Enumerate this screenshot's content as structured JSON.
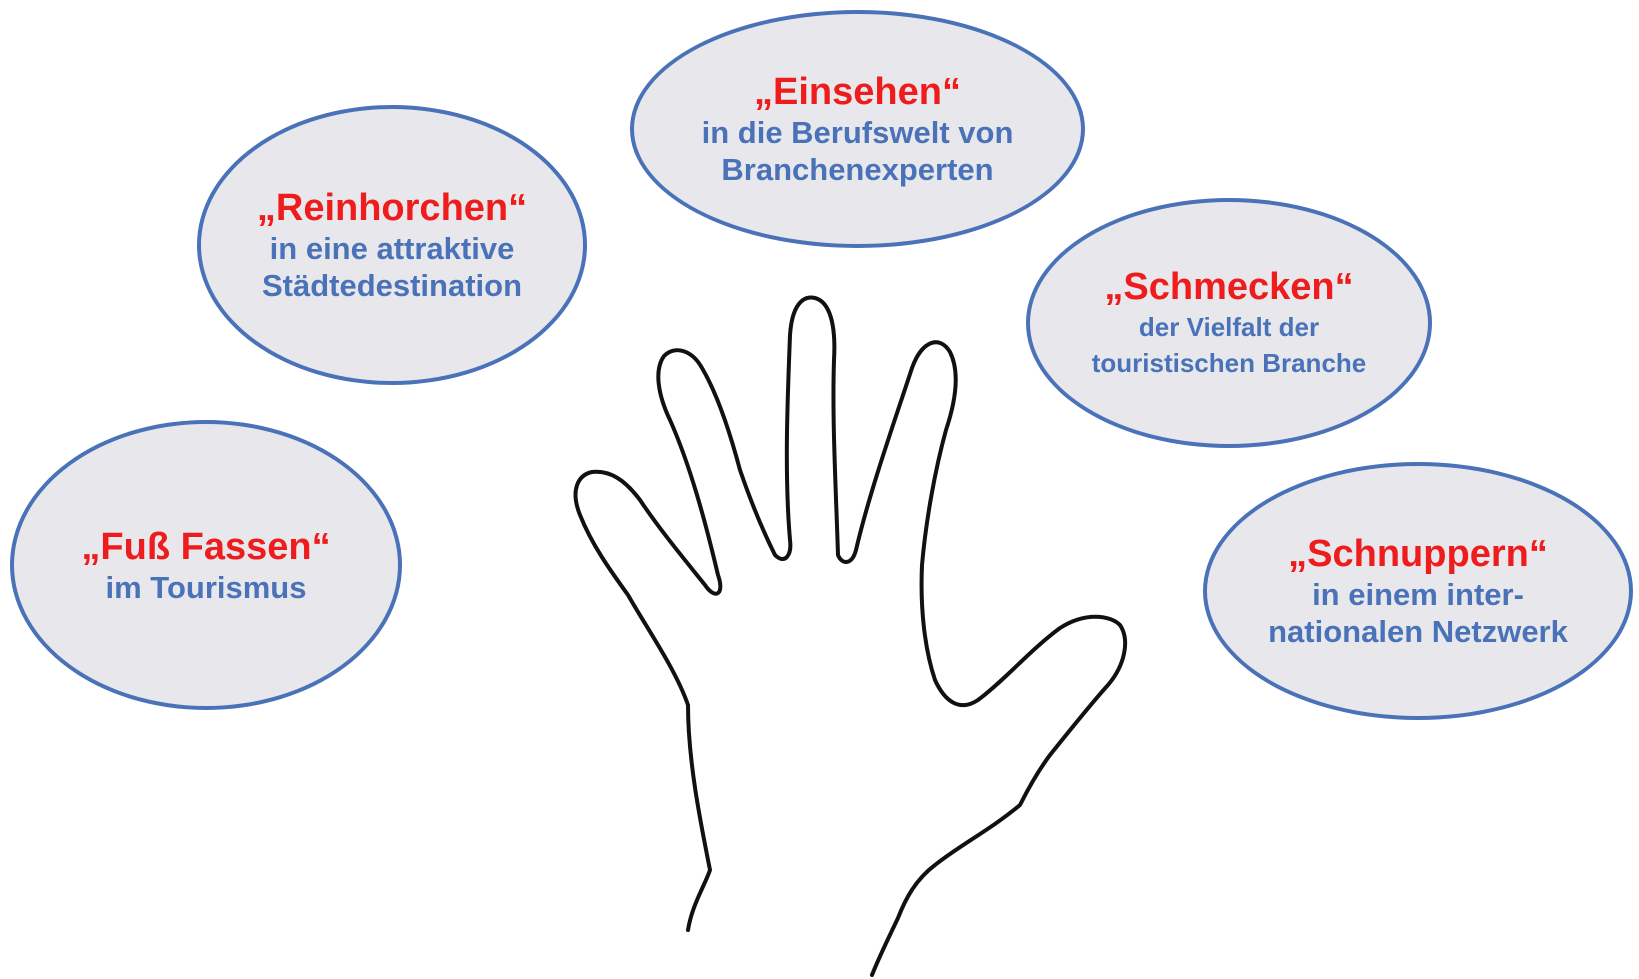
{
  "bubbles": {
    "fuss": {
      "title": "„Fuß Fassen“",
      "lines": [
        "im Tourismus"
      ]
    },
    "rein": {
      "title": "„Reinhorchen“",
      "lines": [
        "in eine attraktive",
        "Städtedestination"
      ]
    },
    "einsehen": {
      "title": "„Einsehen“",
      "lines": [
        "in die Berufswelt von",
        "Branchenexperten"
      ]
    },
    "schmeck": {
      "title": "„Schmecken“",
      "lines": [
        "der Vielfalt der",
        "touristischen Branche"
      ]
    },
    "schnupp": {
      "title": "„Schnuppern“",
      "lines": [
        "in einem inter-",
        "nationalen Netzwerk"
      ]
    }
  },
  "colors": {
    "title": "#ee1c1c",
    "subtitle": "#4a72b8",
    "bubble_fill": "#e8e8ec",
    "bubble_border": "#4a72b8",
    "hand_outline": "#111111"
  },
  "icons": {
    "hand": "open-hand-outline-icon"
  }
}
